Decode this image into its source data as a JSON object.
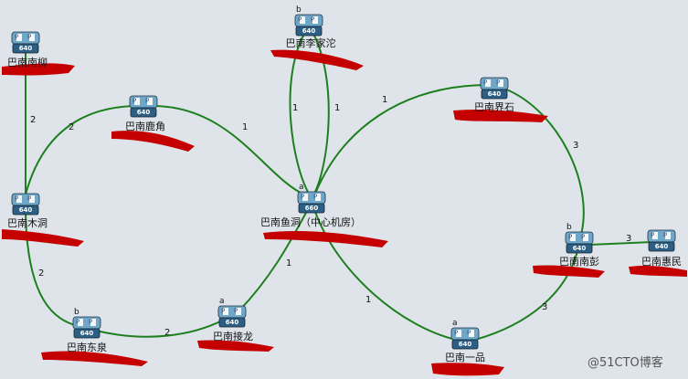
{
  "diagram": {
    "nodes": [
      {
        "id": "n_tl",
        "label": "巴南南柳",
        "model": "640",
        "tag": ""
      },
      {
        "id": "n_ljt",
        "label": "巴南李家沱",
        "model": "640",
        "tag": "b"
      },
      {
        "id": "n_lj",
        "label": "巴南鹿角",
        "model": "640",
        "tag": ""
      },
      {
        "id": "n_jsh",
        "label": "巴南界石",
        "model": "640",
        "tag": ""
      },
      {
        "id": "n_mud",
        "label": "巴南木洞",
        "model": "640",
        "tag": ""
      },
      {
        "id": "n_center",
        "label": "巴南鱼洞（中心机房）",
        "model": "660",
        "tag": "a"
      },
      {
        "id": "n_np",
        "label": "巴南南彭",
        "model": "640",
        "tag": "b"
      },
      {
        "id": "n_hm",
        "label": "巴南惠民",
        "model": "640",
        "tag": ""
      },
      {
        "id": "n_dq",
        "label": "巴南东泉",
        "model": "640",
        "tag": "b"
      },
      {
        "id": "n_jl",
        "label": "巴南接龙",
        "model": "640",
        "tag": "a"
      },
      {
        "id": "n_yp",
        "label": "巴南一品",
        "model": "640",
        "tag": "a"
      }
    ],
    "edges": [
      {
        "from": "n_tl",
        "to": "n_mud",
        "label": "2"
      },
      {
        "from": "n_mud",
        "to": "n_lj",
        "label": "2"
      },
      {
        "from": "n_lj",
        "to": "n_center",
        "label": "1"
      },
      {
        "from": "n_ljt",
        "to": "n_center",
        "label": "1"
      },
      {
        "from": "n_ljt",
        "to": "n_center",
        "label": "1"
      },
      {
        "from": "n_center",
        "to": "n_jsh",
        "label": "1"
      },
      {
        "from": "n_jsh",
        "to": "n_np",
        "label": "3"
      },
      {
        "from": "n_np",
        "to": "n_hm",
        "label": "3"
      },
      {
        "from": "n_mud",
        "to": "n_dq",
        "label": "2"
      },
      {
        "from": "n_dq",
        "to": "n_jl",
        "label": "2"
      },
      {
        "from": "n_jl",
        "to": "n_center",
        "label": "1"
      },
      {
        "from": "n_center",
        "to": "n_yp",
        "label": "1"
      },
      {
        "from": "n_yp",
        "to": "n_np",
        "label": "3"
      }
    ],
    "colors": {
      "link": "#1e7f1e",
      "redaction": "#c40000",
      "icon_top": "#6fa7c9",
      "icon_body": "#2d5f85"
    },
    "icon_text": "P",
    "watermark": "@51CTO博客"
  }
}
